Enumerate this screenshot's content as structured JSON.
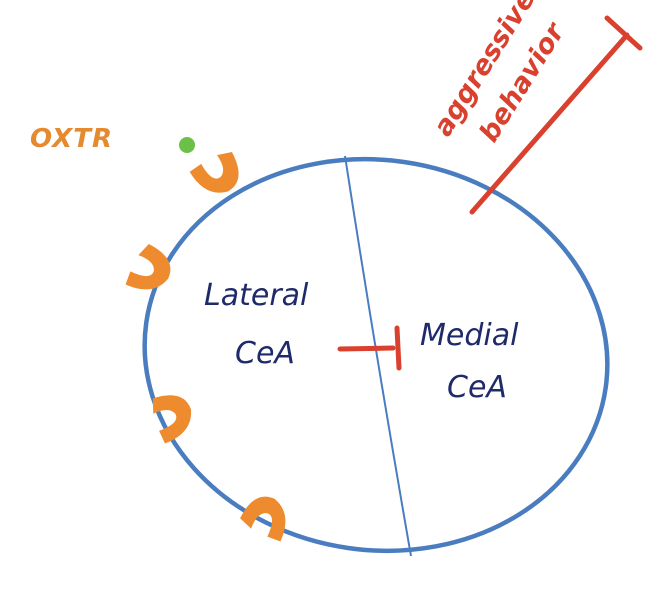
{
  "labels": {
    "oxtr": "OXTR",
    "lateral_line1": "Lateral",
    "lateral_line2": "CeA",
    "medial_line1": "Medial",
    "medial_line2": "CeA",
    "output_line1": "aggressive",
    "output_line2": "behavior"
  },
  "colors": {
    "outline": "#4a7cc0",
    "receptor": "#ee8b2e",
    "ligand": "#6cc04a",
    "inhibition": "#d9412e",
    "text": "#1f2a6b"
  },
  "icons": {
    "receptor": "oxtr-receptor-icon",
    "ligand": "oxytocin-ligand-icon",
    "inhibition": "inhibitory-arrow-icon"
  }
}
